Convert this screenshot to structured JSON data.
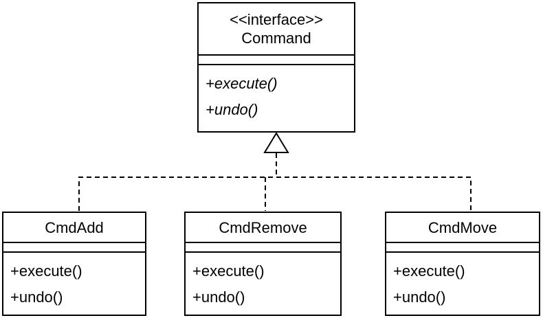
{
  "diagram": {
    "background": "#ffffff",
    "line_color": "#000000"
  },
  "interface": {
    "stereotype": "<<interface>>",
    "name": "Command",
    "attributes": [],
    "methods": [
      "+execute()",
      "+undo()"
    ]
  },
  "classes": [
    {
      "name": "CmdAdd",
      "attributes": [],
      "methods": [
        "+execute()",
        "+undo()"
      ]
    },
    {
      "name": "CmdRemove",
      "attributes": [],
      "methods": [
        "+execute()",
        "+undo()"
      ]
    },
    {
      "name": "CmdMove",
      "attributes": [],
      "methods": [
        "+execute()",
        "+undo()"
      ]
    }
  ],
  "relationships": [
    {
      "from": "CmdAdd",
      "to": "Command",
      "type": "realization"
    },
    {
      "from": "CmdRemove",
      "to": "Command",
      "type": "realization"
    },
    {
      "from": "CmdMove",
      "to": "Command",
      "type": "realization"
    }
  ]
}
